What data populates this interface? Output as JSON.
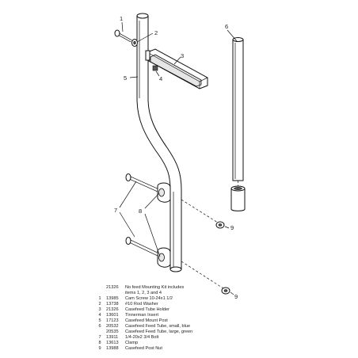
{
  "callouts": {
    "c1": "1",
    "c2": "2",
    "c3": "3",
    "c4": "4",
    "c5": "5",
    "c6": "6",
    "c7": "7",
    "c8": "8",
    "c9a": "9",
    "c9b": "9"
  },
  "parts_table": [
    {
      "item": "",
      "part": "21326",
      "desc": "No feed Mounting Kit includes"
    },
    {
      "item": "",
      "part": "",
      "desc": "items 1, 2, 3 and 4"
    },
    {
      "item": "1",
      "part": "13985",
      "desc": "Cam Screw 10-24x1 1/2"
    },
    {
      "item": "2",
      "part": "13738",
      "desc": "#10 Rod Washer"
    },
    {
      "item": "3",
      "part": "21326",
      "desc": "Casefeed Tube Holder"
    },
    {
      "item": "4",
      "part": "13601",
      "desc": "Tinnerman Insert"
    },
    {
      "item": "5",
      "part": "17123",
      "desc": "Casefeed Mount Post"
    },
    {
      "item": "6",
      "part": "20532",
      "desc": "Casefeed Feed Tube, small, blue"
    },
    {
      "item": "",
      "part": "20535",
      "desc": "Casefeed Feed Tube, large, green"
    },
    {
      "item": "7",
      "part": "13911",
      "desc": "1/4-20x2 3/4 Bolt"
    },
    {
      "item": "8",
      "part": "13613",
      "desc": "Clamp"
    },
    {
      "item": "9",
      "part": "13988",
      "desc": "Casefeed Post Nut"
    }
  ]
}
